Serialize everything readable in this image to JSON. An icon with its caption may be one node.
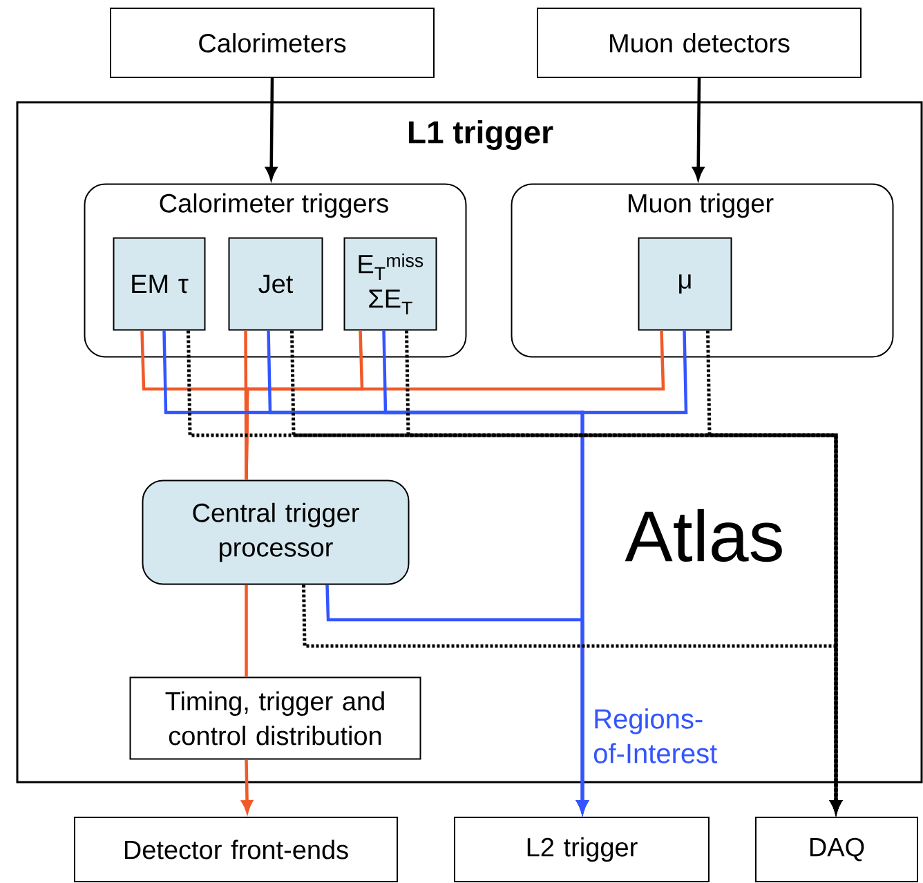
{
  "diagram": {
    "nodes": [
      {
        "text": [
          "Calorimeters"
        ]
      },
      {
        "text": [
          "Muon detectors"
        ]
      },
      {
        "text": [
          "L1 trigger"
        ]
      },
      {
        "text": [
          "Calorimeter triggers"
        ],
        "in": 2
      },
      {
        "text": [
          "EM τ"
        ],
        "in": 3
      },
      {
        "text": [
          "Jet"
        ],
        "in": 3
      },
      {
        "text": [
          "E$_{T}$$^{miss}$ ΣE$_{T}$"
        ],
        "in": 3
      },
      {
        "text": [
          "Muon trigger"
        ],
        "in": 2
      },
      {
        "text": [
          "μ"
        ],
        "in": 7
      },
      {
        "text": [
          "Central trigger processor"
        ],
        "in": 2
      },
      {
        "text": [
          "Timing, trigger and control distribution"
        ],
        "in": 2
      },
      {
        "text": [
          "Detector front-ends"
        ]
      },
      {
        "text": [
          "L2 trigger"
        ]
      },
      {
        "text": [
          "DAQ"
        ]
      }
    ],
    "edges": [
      {
        "from": 0,
        "to": 3,
        "arrow": "to"
      },
      {
        "from": 1,
        "to": 7,
        "arrow": "to"
      },
      {
        "from": 4,
        "to": 9,
        "arrow": "none",
        "color": "#f05a28"
      },
      {
        "from": 5,
        "to": 9,
        "arrow": "none",
        "color": "#f05a28"
      },
      {
        "from": 6,
        "to": 9,
        "arrow": "none",
        "color": "#f05a28"
      },
      {
        "from": 8,
        "to": 9,
        "arrow": "none",
        "color": "#f05a28"
      },
      {
        "from": 9,
        "to": 10,
        "arrow": "none",
        "color": "#f05a28"
      },
      {
        "from": 10,
        "to": 11,
        "arrow": "to",
        "color": "#f05a28"
      },
      {
        "from": 4,
        "to": 12,
        "arrow": "to",
        "color": "#3355ff"
      },
      {
        "from": 5,
        "to": 12,
        "arrow": "to",
        "color": "#3355ff"
      },
      {
        "from": 6,
        "to": 12,
        "arrow": "to",
        "color": "#3355ff"
      },
      {
        "from": 8,
        "to": 12,
        "arrow": "to",
        "color": "#3355ff"
      },
      {
        "from": 9,
        "to": 12,
        "arrow": "to",
        "color": "#3355ff"
      },
      {
        "from": 4,
        "to": 13,
        "arrow": "to",
        "style": "dashed"
      },
      {
        "from": 5,
        "to": 13,
        "arrow": "to",
        "style": "dashed"
      },
      {
        "from": 6,
        "to": 13,
        "arrow": "to",
        "style": "dashed"
      },
      {
        "from": 8,
        "to": 13,
        "arrow": "to",
        "style": "dashed"
      },
      {
        "from": 9,
        "to": 13,
        "arrow": "to",
        "style": "dashed"
      }
    ],
    "labels": [
      "Regions-of-Interest",
      "Atlas"
    ]
  }
}
